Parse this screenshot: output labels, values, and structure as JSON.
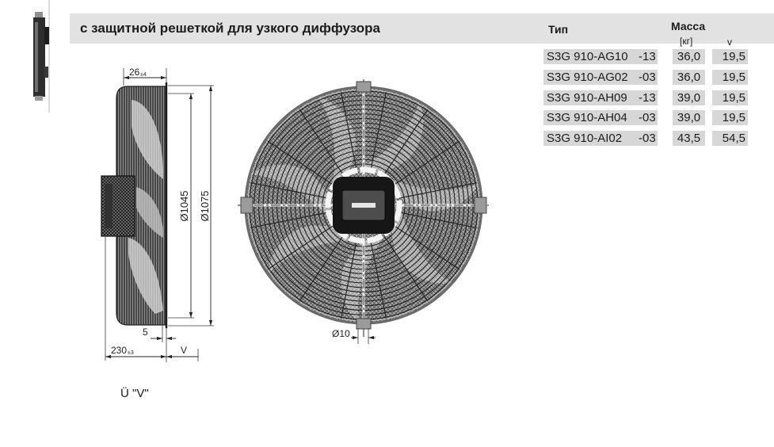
{
  "header": {
    "title": "с защитной решеткой для узкого диффузора",
    "col_type": "Тип",
    "col_mass": "Масса",
    "unit_mass": "[кг]",
    "unit_v": "v"
  },
  "models": [
    {
      "model": "S3G 910-AG10",
      "suffix": "-13",
      "mass": "36,0",
      "v": "19,5"
    },
    {
      "model": "S3G 910-AG02",
      "suffix": "-03",
      "mass": "36,0",
      "v": "19,5"
    },
    {
      "model": "S3G 910-AH09",
      "suffix": "-13",
      "mass": "39,0",
      "v": "19,5"
    },
    {
      "model": "S3G 910-AH04",
      "suffix": "-03",
      "mass": "39,0",
      "v": "19,5"
    },
    {
      "model": "S3G 910-AI02",
      "suffix": "-03",
      "mass": "43,5",
      "v": "54,5"
    }
  ],
  "drawing": {
    "side_view": {
      "dim_guard_offset": "26",
      "dim_guard_offset_tol": "±4",
      "dim_diameter_1": "Ø1045",
      "dim_diameter_2": "Ø1075",
      "dim_flange": "5",
      "dim_depth": "230",
      "dim_depth_tol": "±3",
      "dim_v": "V"
    },
    "front_view": {
      "dim_hole": "Ø10"
    }
  },
  "caption": "Ü \"V\"",
  "colors": {
    "header_bg": "#e2e2e2",
    "cell_bg": "#d7d7d7",
    "text": "#1c1c1c",
    "drawing_ink": "#222222"
  }
}
